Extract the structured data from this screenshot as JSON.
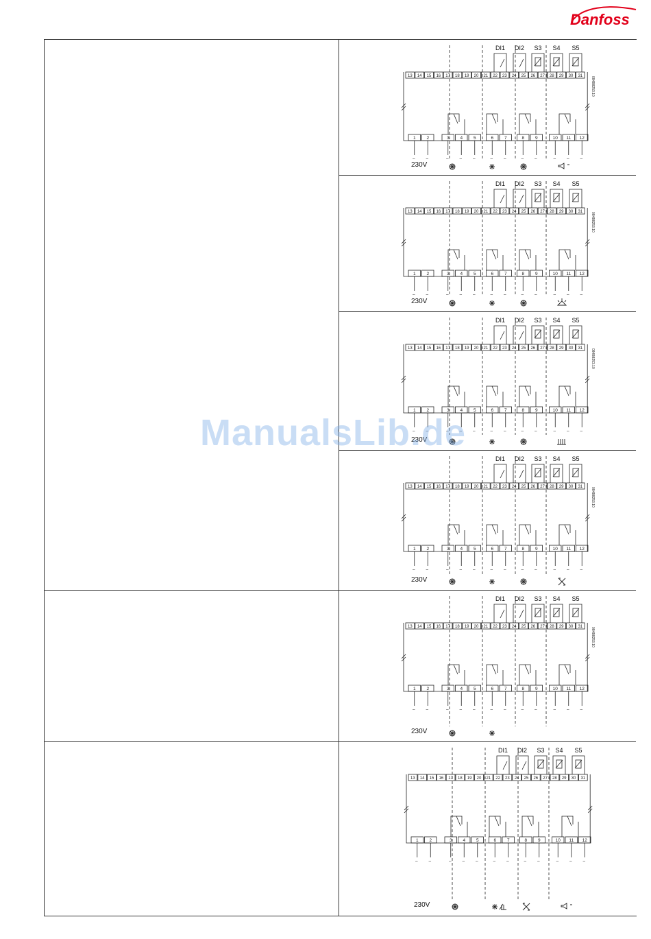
{
  "brand": {
    "logo_text": "Danfoss"
  },
  "watermark": "ManualsLib.de",
  "diagrams": [
    {
      "voltage": "230V",
      "labels": [
        "DI1",
        "DI2",
        "S3",
        "S4",
        "S5"
      ],
      "code": "084B8253.10",
      "top_terminals": [
        "13",
        "14",
        "15",
        "16",
        "17",
        "18",
        "19",
        "20",
        "21",
        "22",
        "23",
        "24",
        "25",
        "26",
        "27",
        "28",
        "29",
        "30",
        "31"
      ],
      "bottom_terminals": [
        "1",
        "2",
        "3",
        "4",
        "5",
        "6",
        "7",
        "8",
        "9",
        "10",
        "11",
        "12"
      ],
      "load_symbols": [
        "compressor-icon",
        "defrost-icon",
        "compressor-icon",
        "alarm-horn-icon"
      ]
    },
    {
      "voltage": "230V",
      "labels": [
        "DI1",
        "DI2",
        "S3",
        "S4",
        "S5"
      ],
      "code": "084B8253.10",
      "top_terminals": [
        "13",
        "14",
        "15",
        "16",
        "17",
        "18",
        "19",
        "20",
        "21",
        "22",
        "23",
        "24",
        "25",
        "26",
        "27",
        "28",
        "29",
        "30",
        "31"
      ],
      "bottom_terminals": [
        "1",
        "2",
        "3",
        "4",
        "5",
        "6",
        "7",
        "8",
        "9",
        "10",
        "11",
        "12"
      ],
      "load_symbols": [
        "compressor-icon",
        "defrost-icon",
        "compressor-icon",
        "light-icon"
      ]
    },
    {
      "voltage": "230V",
      "labels": [
        "DI1",
        "DI2",
        "S3",
        "S4",
        "S5"
      ],
      "code": "084B8253.10",
      "top_terminals": [
        "13",
        "14",
        "15",
        "16",
        "17",
        "18",
        "19",
        "20",
        "21",
        "22",
        "23",
        "24",
        "25",
        "26",
        "27",
        "28",
        "29",
        "30",
        "31"
      ],
      "bottom_terminals": [
        "1",
        "2",
        "3",
        "4",
        "5",
        "6",
        "7",
        "8",
        "9",
        "10",
        "11",
        "12"
      ],
      "load_symbols": [
        "compressor-icon",
        "defrost-icon",
        "compressor-icon",
        "heater-icon"
      ]
    },
    {
      "voltage": "230V",
      "labels": [
        "DI1",
        "DI2",
        "S3",
        "S4",
        "S5"
      ],
      "code": "084B8253.10",
      "top_terminals": [
        "13",
        "14",
        "15",
        "16",
        "17",
        "18",
        "19",
        "20",
        "21",
        "22",
        "23",
        "24",
        "25",
        "26",
        "27",
        "28",
        "29",
        "30",
        "31"
      ],
      "bottom_terminals": [
        "1",
        "2",
        "3",
        "4",
        "5",
        "6",
        "7",
        "8",
        "9",
        "10",
        "11",
        "12"
      ],
      "load_symbols": [
        "compressor-icon",
        "defrost-icon",
        "compressor-icon",
        "fan-icon"
      ]
    },
    {
      "voltage": "230V",
      "labels": [
        "DI1",
        "DI2",
        "S3",
        "S4",
        "S5"
      ],
      "code": "084B8253.10",
      "top_terminals": [
        "13",
        "14",
        "15",
        "16",
        "17",
        "18",
        "19",
        "20",
        "21",
        "22",
        "23",
        "24",
        "25",
        "26",
        "27",
        "28",
        "29",
        "30",
        "31"
      ],
      "bottom_terminals": [
        "1",
        "2",
        "3",
        "4",
        "5",
        "6",
        "7",
        "8",
        "9",
        "10",
        "11",
        "12"
      ],
      "load_symbols": [
        "compressor-icon",
        "defrost-icon"
      ]
    },
    {
      "voltage": "230V",
      "labels": [
        "DI1",
        "DI2",
        "S3",
        "S4",
        "S5"
      ],
      "code": "",
      "top_terminals": [
        "13",
        "14",
        "15",
        "16",
        "17",
        "18",
        "19",
        "20",
        "21",
        "22",
        "23",
        "24",
        "25",
        "26",
        "27",
        "28",
        "29",
        "30",
        "31"
      ],
      "bottom_terminals": [
        "1",
        "2",
        "3",
        "4",
        "5",
        "6",
        "7",
        "8",
        "9",
        "10",
        "11",
        "12"
      ],
      "load_symbols": [
        "compressor-icon",
        "defrost-heater-icon",
        "fan-icon",
        "alarm-horn-icon"
      ]
    }
  ]
}
